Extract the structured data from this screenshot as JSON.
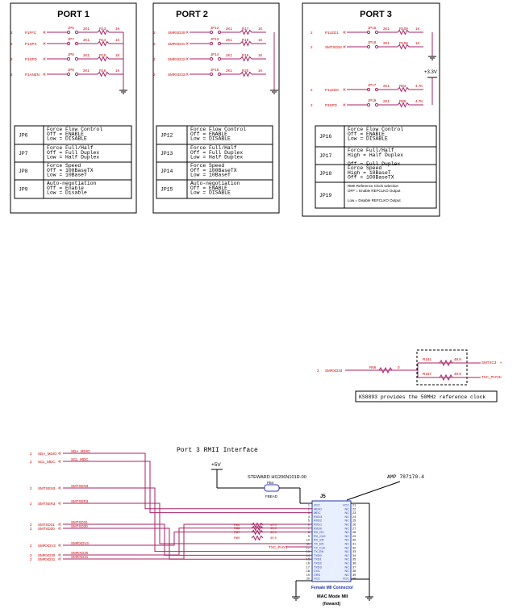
{
  "ports": [
    {
      "title": "PORT 1",
      "signals": [
        {
          "pin": "2",
          "net": "P1FFC",
          "jp": "JP6",
          "r1": "2K1",
          "r2": "R13",
          "rv": "1K"
        },
        {
          "pin": "2",
          "net": "P1SPX",
          "jp": "JP7",
          "r1": "2K1",
          "r2": "R14",
          "rv": "1K"
        },
        {
          "pin": "2",
          "net": "P1SPD",
          "jp": "JP8",
          "r1": "2K1",
          "r2": "R15",
          "rv": "1K"
        },
        {
          "pin": "2",
          "net": "P1ANEN",
          "jp": "JP9",
          "r1": "2K1",
          "r2": "R16",
          "rv": "1K"
        }
      ],
      "table": [
        {
          "jp": "JP6",
          "title": "Force Flow Control",
          "lines": [
            "Off = ENABLE",
            "Low = DISABLE"
          ]
        },
        {
          "jp": "JP7",
          "title": "Force Full/Half",
          "lines": [
            "Off = Full Duplex",
            "Low = Half Duplex"
          ]
        },
        {
          "jp": "JP8",
          "title": "Force Speed",
          "lines": [
            "Off = 100BaseTX",
            "Low = 10BaseT"
          ]
        },
        {
          "jp": "JP9",
          "title": "Auto-negotiation",
          "lines": [
            "Off = Enable",
            "Low = Disable"
          ]
        }
      ]
    },
    {
      "title": "PORT 2",
      "signals": [
        {
          "pin": "2",
          "net": "SMRXD30",
          "jp": "JP12",
          "r1": "2K1",
          "r2": "R17",
          "rv": "1K"
        },
        {
          "pin": "2",
          "net": "SMRXD31",
          "jp": "JP13",
          "r1": "2K1",
          "r2": "R18",
          "rv": "1K"
        },
        {
          "pin": "2",
          "net": "SMRXD32",
          "jp": "JP14",
          "r1": "2K1",
          "r2": "R19",
          "rv": "1K"
        },
        {
          "pin": "2",
          "net": "SMRXD33",
          "jp": "JP15",
          "r1": "2K1",
          "r2": "R20",
          "rv": "1K"
        }
      ],
      "table": [
        {
          "jp": "JP12",
          "title": "Force Flow Control",
          "lines": [
            "Off = ENABLE",
            "Low = DISABLE"
          ]
        },
        {
          "jp": "JP13",
          "title": "Force Full/Half",
          "lines": [
            "Off = Full Duplex",
            "Low = Half Duplex"
          ]
        },
        {
          "jp": "JP14",
          "title": "Force Speed",
          "lines": [
            "Off = 100BaseTX",
            "Low = 10BaseT"
          ]
        },
        {
          "jp": "JP15",
          "title": "Auto-negotiation",
          "lines": [
            "Off = ENABLE",
            "Low = DISABLE"
          ]
        }
      ]
    },
    {
      "title": "PORT 3",
      "signals": [
        {
          "pin": "2",
          "net": "P1LED1",
          "jp": "JP16",
          "r1": "2K1",
          "r2": "R109",
          "rv": "1K"
        },
        {
          "pin": "2",
          "net": "SMTXD33",
          "jp": "JP18",
          "r1": "2K1",
          "r2": "R108",
          "rv": "1K"
        },
        {
          "pin": "2",
          "net": "P1LED0",
          "jp": "JP17",
          "r1": "2K1",
          "r2": "R84",
          "rv": "4.7K"
        },
        {
          "pin": "2",
          "net": "P3SPD",
          "jp": "JP19",
          "r1": "2K1",
          "r2": "R85",
          "rv": "4.7K"
        }
      ],
      "supply": "+3.3V",
      "table": [
        {
          "jp": "JP16",
          "title": "Force Flow Control",
          "lines": [
            "Off = ENABLE",
            "Low = DISABLE"
          ]
        },
        {
          "jp": "JP17",
          "title": "Force Full/Half",
          "lines": [
            "High = Half Duplex",
            "",
            "Off = Full Duplex"
          ]
        },
        {
          "jp": "JP18",
          "title": "Force Speed",
          "lines": [
            "High = 10BaseT",
            "Off = 100BaseTX"
          ]
        },
        {
          "jp": "JP19",
          "title": "RMII Reference Clock selection",
          "lines": [
            "OFF = Enable REFCLKO Output",
            "",
            "Low = Disable REFCLKO Output"
          ]
        }
      ]
    }
  ],
  "refclk": {
    "net_in": "SMRXD33",
    "r_in": "R66",
    "r_in_val": "0",
    "r_top": "R181",
    "r_top_val": "49.9",
    "r_bot": "R187",
    "r_bot_val": "49.9",
    "net_top": "SMTXC3",
    "net_bot": "TXC_PHY3",
    "note": "KS8893 provides the 50MHz reference clock"
  },
  "rmii": {
    "title": "Port 3 RMII Interface",
    "supply": "+5V",
    "ferrite_part": "STEWARD HI1206N101R-00",
    "ferrite_ref": "FB4",
    "ferrite_net": "FBEAD",
    "connector_part": "AMP 787170-4",
    "connector_ref": "J5",
    "connector_label": "Female MII Connector",
    "caption_1": "MAC Mode MII",
    "caption_2": "(foward)",
    "left_nets": [
      {
        "pin": "2",
        "net": "SDA_MDIO",
        "alias": "SDA_MDIO"
      },
      {
        "pin": "2",
        "net": "SCL_MDC",
        "alias": "SCL_MDC"
      },
      {
        "pin": "2",
        "net": "SMTXEN3",
        "alias": "SMTXEN3"
      },
      {
        "pin": "2",
        "net": "SMTXER3",
        "alias": "SMTXER3"
      },
      {
        "pin": "2",
        "net": "SMTXD31",
        "alias": "SMTXD31"
      },
      {
        "pin": "2",
        "net": "SMTXD30",
        "alias": "SMTXD30"
      },
      {
        "pin": "2",
        "net": "SMRXDV3",
        "alias": "SMRXDV3"
      },
      {
        "pin": "2",
        "net": "SMRXD30",
        "alias": "SMRXD30"
      },
      {
        "pin": "2",
        "net": "SMRXD31",
        "alias": "SMRXD31"
      }
    ],
    "series_resistors": [
      {
        "ref": "R86",
        "val": "49.9"
      },
      {
        "ref": "R88",
        "val": "49.9"
      },
      {
        "ref": "R87",
        "val": "49.9"
      },
      {
        "ref": "R89",
        "val": "49.9"
      }
    ],
    "txc_net": "TXC_PHY3",
    "left_pins": [
      "1",
      "2",
      "3",
      "4",
      "5",
      "6",
      "7",
      "8",
      "9",
      "10",
      "11",
      "12",
      "13",
      "14",
      "15",
      "16",
      "17",
      "18",
      "19",
      "20"
    ],
    "left_names": [
      "VCC",
      "MDIO",
      "MDC",
      "RXD3",
      "RXD2",
      "RXD1",
      "RXD0",
      "RX_DV",
      "RX_CLK",
      "RX_ER",
      "TX_ER",
      "TX_CLK",
      "TX_EN",
      "TXD0",
      "TXD1",
      "TXD2",
      "TXD3",
      "COL",
      "CRS",
      "VCC"
    ],
    "right_names": [
      "VCC",
      "NC",
      "NC",
      "NC",
      "NC",
      "NC",
      "NC",
      "NC",
      "NC",
      "NC",
      "NC",
      "NC",
      "NC",
      "NC",
      "NC",
      "NC",
      "NC",
      "NC",
      "NC",
      "VCC"
    ],
    "right_pins": [
      "21",
      "22",
      "23",
      "24",
      "25",
      "26",
      "27",
      "28",
      "29",
      "30",
      "31",
      "32",
      "33",
      "34",
      "35",
      "36",
      "37",
      "38",
      "39",
      "40"
    ]
  }
}
